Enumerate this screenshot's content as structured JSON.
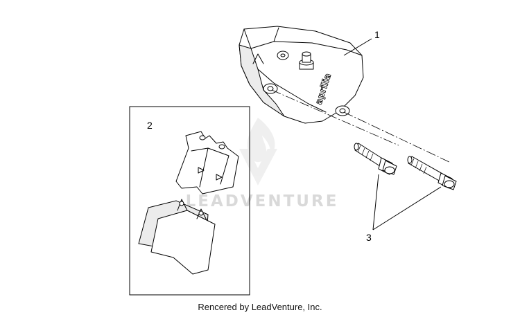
{
  "diagram": {
    "callouts": [
      {
        "label": "1"
      },
      {
        "label": "2"
      },
      {
        "label": "3"
      }
    ],
    "caliper_brand": "aprilia",
    "watermark": "LEADVENTURE",
    "credit": "Rencered by LeadVenture, Inc."
  }
}
